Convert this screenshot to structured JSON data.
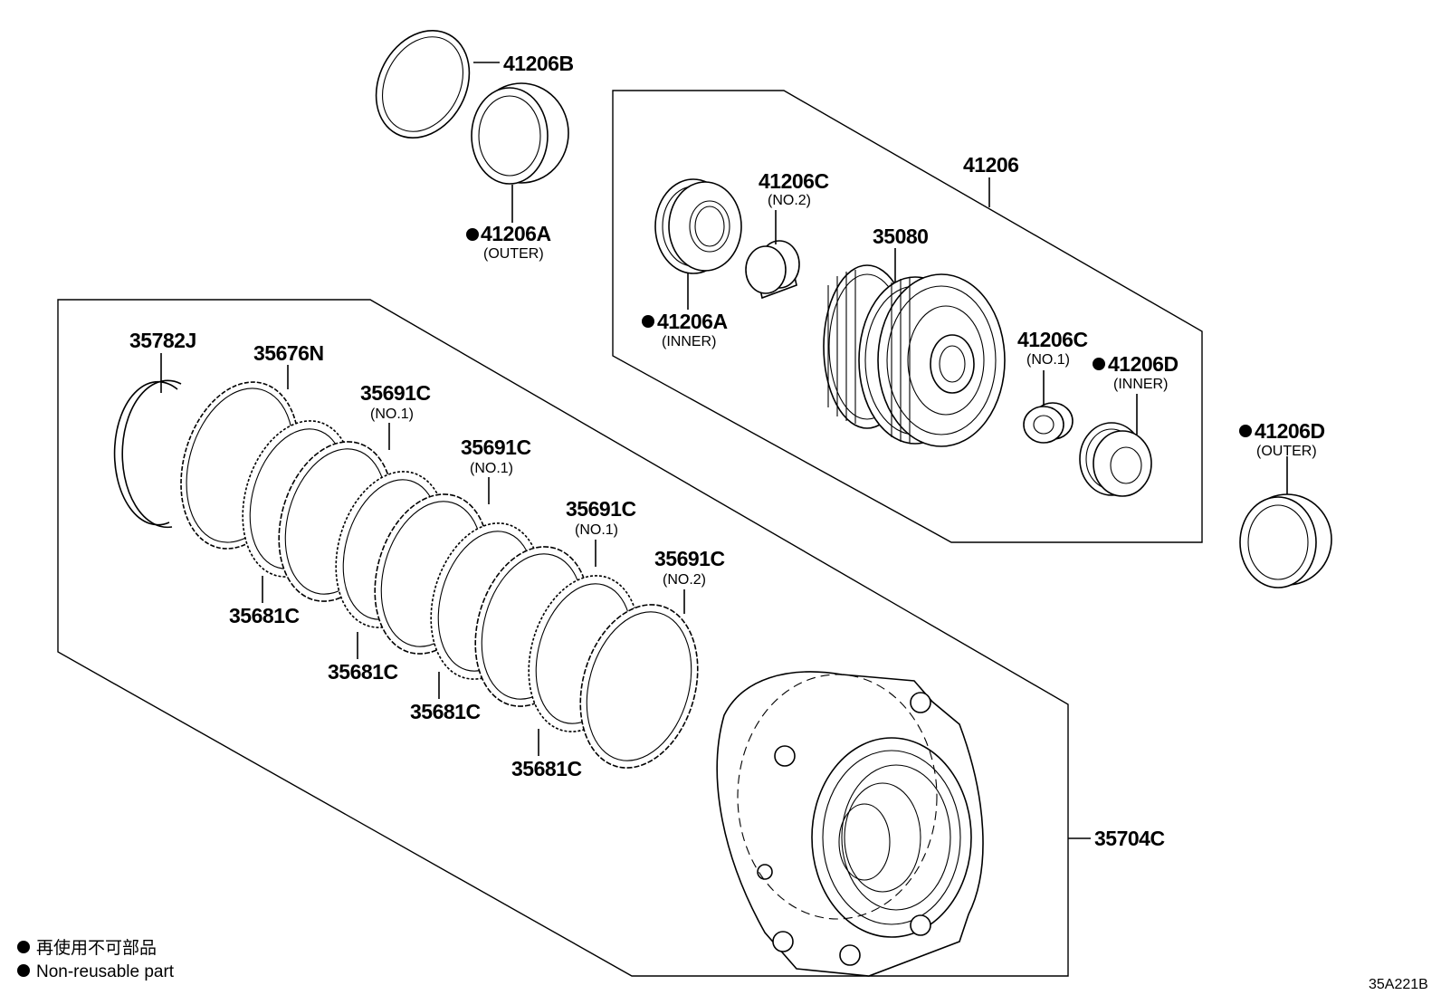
{
  "diagram_id": "35A221B",
  "legend": {
    "japanese": "再使用不可部品",
    "english": "Non-reusable part"
  },
  "parts": {
    "p41206B": {
      "code": "41206B",
      "note": ""
    },
    "p41206A_outer": {
      "code": "41206A",
      "note": "(OUTER)",
      "non_reusable": true
    },
    "p41206": {
      "code": "41206",
      "note": ""
    },
    "p41206C_no2": {
      "code": "41206C",
      "note": "(NO.2)"
    },
    "p35080": {
      "code": "35080",
      "note": ""
    },
    "p41206A_inner": {
      "code": "41206A",
      "note": "(INNER)",
      "non_reusable": true
    },
    "p41206C_no1": {
      "code": "41206C",
      "note": "(NO.1)"
    },
    "p41206D_inner": {
      "code": "41206D",
      "note": "(INNER)",
      "non_reusable": true
    },
    "p41206D_outer": {
      "code": "41206D",
      "note": "(OUTER)",
      "non_reusable": true
    },
    "p35782J": {
      "code": "35782J",
      "note": ""
    },
    "p35676N": {
      "code": "35676N",
      "note": ""
    },
    "p35691C_a": {
      "code": "35691C",
      "note": "(NO.1)"
    },
    "p35691C_b": {
      "code": "35691C",
      "note": "(NO.1)"
    },
    "p35691C_c": {
      "code": "35691C",
      "note": "(NO.1)"
    },
    "p35691C_d": {
      "code": "35691C",
      "note": "(NO.2)"
    },
    "p35681C_a": {
      "code": "35681C",
      "note": ""
    },
    "p35681C_b": {
      "code": "35681C",
      "note": ""
    },
    "p35681C_c": {
      "code": "35681C",
      "note": ""
    },
    "p35681C_d": {
      "code": "35681C",
      "note": ""
    },
    "p35704C": {
      "code": "35704C",
      "note": ""
    }
  }
}
